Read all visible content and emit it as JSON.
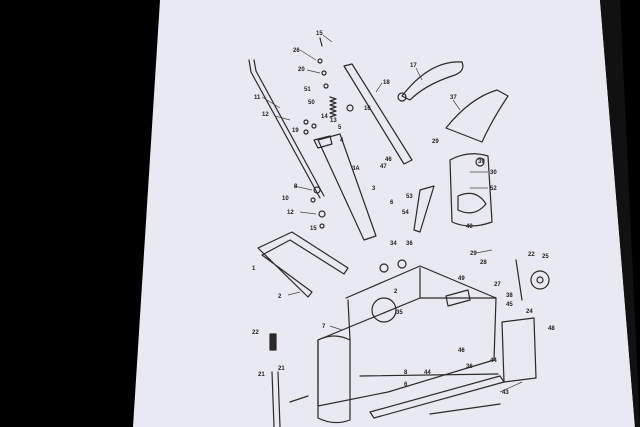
{
  "document": {
    "type": "exploded-parts-diagram-photo",
    "background_color": "#000000",
    "paper_color": "#e9e9f1",
    "ink_color": "#2a2a2a"
  },
  "callouts": [
    "15",
    "26",
    "20",
    "17",
    "18",
    "11",
    "51",
    "50",
    "16",
    "12",
    "14",
    "13",
    "19",
    "5",
    "37",
    "4",
    "3A",
    "46",
    "47",
    "29",
    "39",
    "30",
    "8",
    "10",
    "12",
    "3",
    "6",
    "53",
    "52",
    "54",
    "40",
    "15",
    "1",
    "34",
    "36",
    "29",
    "28",
    "22",
    "25",
    "2",
    "27",
    "49",
    "21",
    "24",
    "38",
    "45",
    "2",
    "7",
    "35",
    "48",
    "22",
    "21",
    "44",
    "46",
    "36",
    "8",
    "6",
    "44",
    "43"
  ]
}
